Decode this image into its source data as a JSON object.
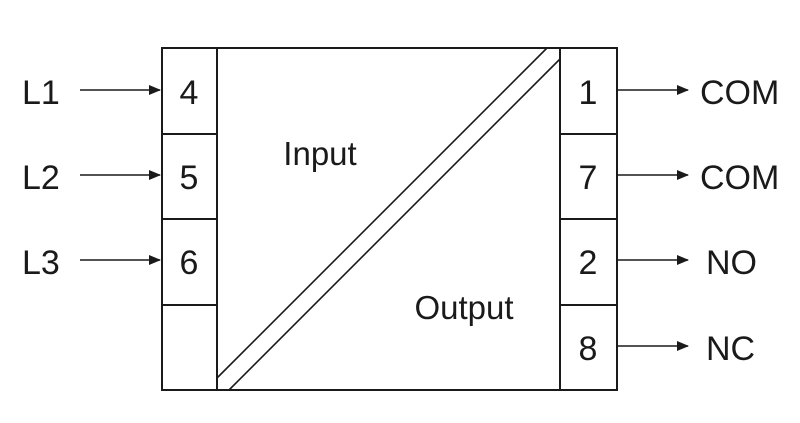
{
  "inputs": [
    {
      "label": "L1",
      "pin": "4"
    },
    {
      "label": "L2",
      "pin": "5"
    },
    {
      "label": "L3",
      "pin": "6"
    }
  ],
  "outputs": [
    {
      "pin": "1",
      "label": "COM"
    },
    {
      "pin": "7",
      "label": "COM"
    },
    {
      "pin": "2",
      "label": "NO"
    },
    {
      "pin": "8",
      "label": "NC"
    }
  ],
  "regions": {
    "input": "Input",
    "output": "Output"
  },
  "colors": {
    "line": "#1a1a1a",
    "background": "#ffffff"
  }
}
